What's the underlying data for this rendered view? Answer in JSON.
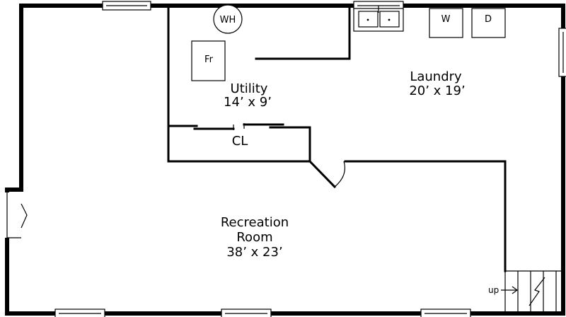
{
  "rooms": {
    "recreation": {
      "name_line1": "Recreation",
      "name_line2": "Room",
      "dimensions": "38’ x 23’"
    },
    "utility": {
      "name": "Utility",
      "dimensions": "14’ x 9’"
    },
    "laundry": {
      "name": "Laundry",
      "dimensions": "20’ x 19’"
    },
    "closet": {
      "name": "CL"
    }
  },
  "fixtures": {
    "water_heater": "WH",
    "furnace": "Fr",
    "washer": "W",
    "dryer": "D"
  },
  "stairs": {
    "label": "up"
  },
  "colors": {
    "ink": "#000000",
    "background": "#ffffff"
  }
}
